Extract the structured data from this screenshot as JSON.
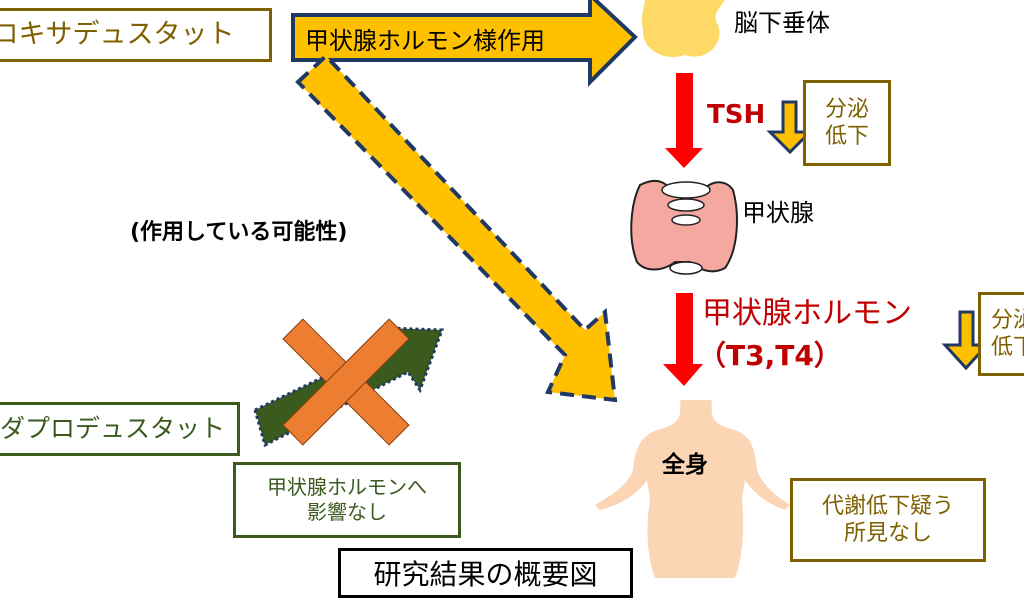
{
  "drugs": {
    "roxadustat": "ロキサデュスタット",
    "daprodustat": "ダプロデュスタット"
  },
  "arrows": {
    "thyroid_like_action": "甲状腺ホルモン様作用",
    "possible_action": "(作用している可能性)",
    "no_effect_note": [
      "甲状腺ホルモンへ",
      "影響なし"
    ]
  },
  "organs": {
    "pituitary": "脳下垂体",
    "tsh": "TSH",
    "tsh_note": [
      "分泌",
      "低下"
    ],
    "thyroid": "甲状腺",
    "hormone": "甲状腺ホルモン",
    "hormone_sub": "（T3,T4）",
    "hormone_note": [
      "分泌",
      "低下"
    ],
    "whole_body": "全身",
    "body_note": [
      "代謝低下疑う",
      "所見なし"
    ]
  },
  "title": "研究結果の概要図",
  "colors": {
    "yellow": "#ffc000",
    "navy": "#203864",
    "red": "#ff0000",
    "darkred": "#c00000",
    "brown": "#7f6000",
    "green": "#3a5a1e",
    "orange": "#ed7d31"
  }
}
